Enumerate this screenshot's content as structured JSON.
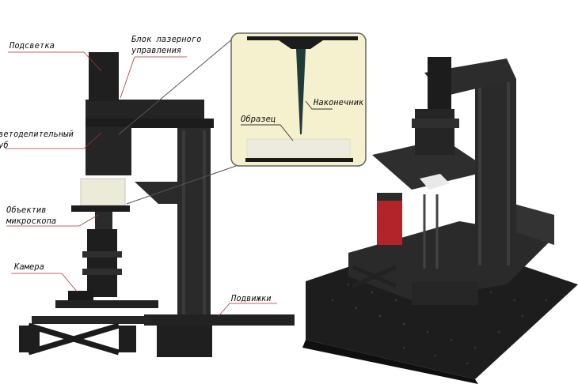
{
  "labels": {
    "podsvetka": "Подсветка",
    "blok_line1": "Блок лазерного",
    "blok_line2": "управления",
    "delitel_line1": "ветоделительный",
    "delitel_line2": "уб",
    "obrazec": "Образец",
    "nakonechnik": "Наконечник",
    "obektiv_line1": "Объектив",
    "obektiv_line2": "микроскопа",
    "kamera": "Камера",
    "podvizhki": "Подвижки"
  },
  "colors": {
    "frame": "#262626",
    "frame_dark": "#111111",
    "inset_fill": "#f6f1cf",
    "sample": "#e9e9df",
    "stage_red": "#b2242a",
    "table": "#1e1e1e"
  }
}
